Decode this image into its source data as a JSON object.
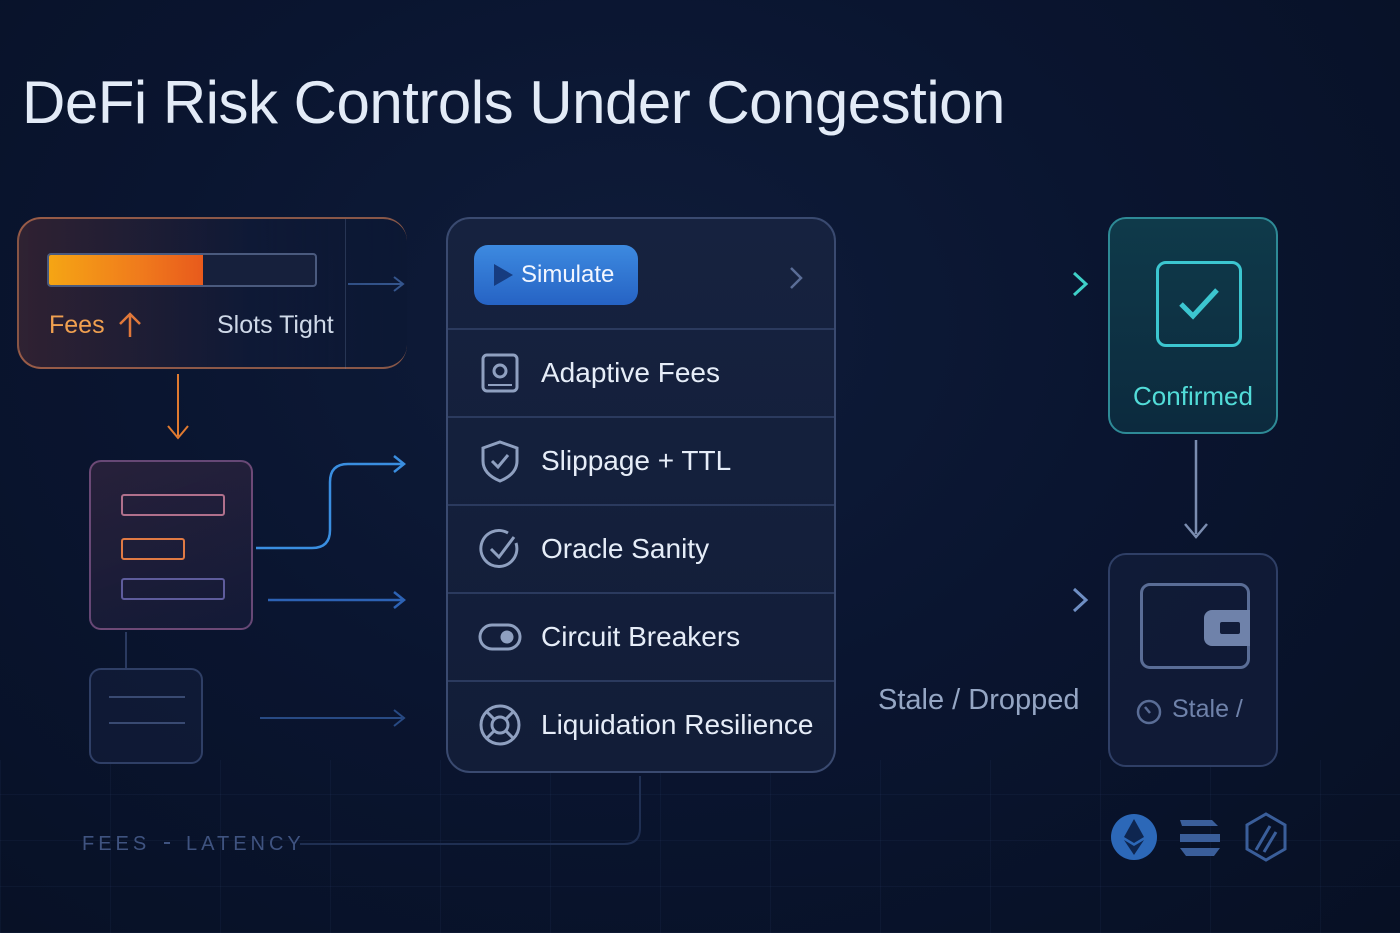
{
  "title": "DeFi Risk Controls Under Congestion",
  "fees_card": {
    "fees_label": "Fees",
    "slots_label": "Slots Tight",
    "fee_level_percent": 58
  },
  "panel": {
    "simulate_label": "Simulate",
    "rows": [
      {
        "label": "Adaptive Fees",
        "icon": "camera-square-icon"
      },
      {
        "label": "Slippage + TTL",
        "icon": "shield-check-icon"
      },
      {
        "label": "Oracle Sanity",
        "icon": "check-circle-icon"
      },
      {
        "label": "Circuit Breakers",
        "icon": "toggle-switch-icon"
      },
      {
        "label": "Liquidation Resilience",
        "icon": "lifebuoy-icon"
      }
    ]
  },
  "outcomes": {
    "confirmed_label": "Confirmed",
    "stale_dropped_label": "Stale / Dropped",
    "stale_short_label": "Stale /"
  },
  "legend": {
    "fees": "FEES",
    "latency": "LATENCY"
  },
  "chains": [
    "ethereum-icon",
    "solana-icon",
    "arbitrum-icon"
  ],
  "colors": {
    "accent_blue": "#2f74d4",
    "confirmed_teal": "#3cc6d0",
    "fees_orange": "#f0a050",
    "background": "#0a1530"
  }
}
